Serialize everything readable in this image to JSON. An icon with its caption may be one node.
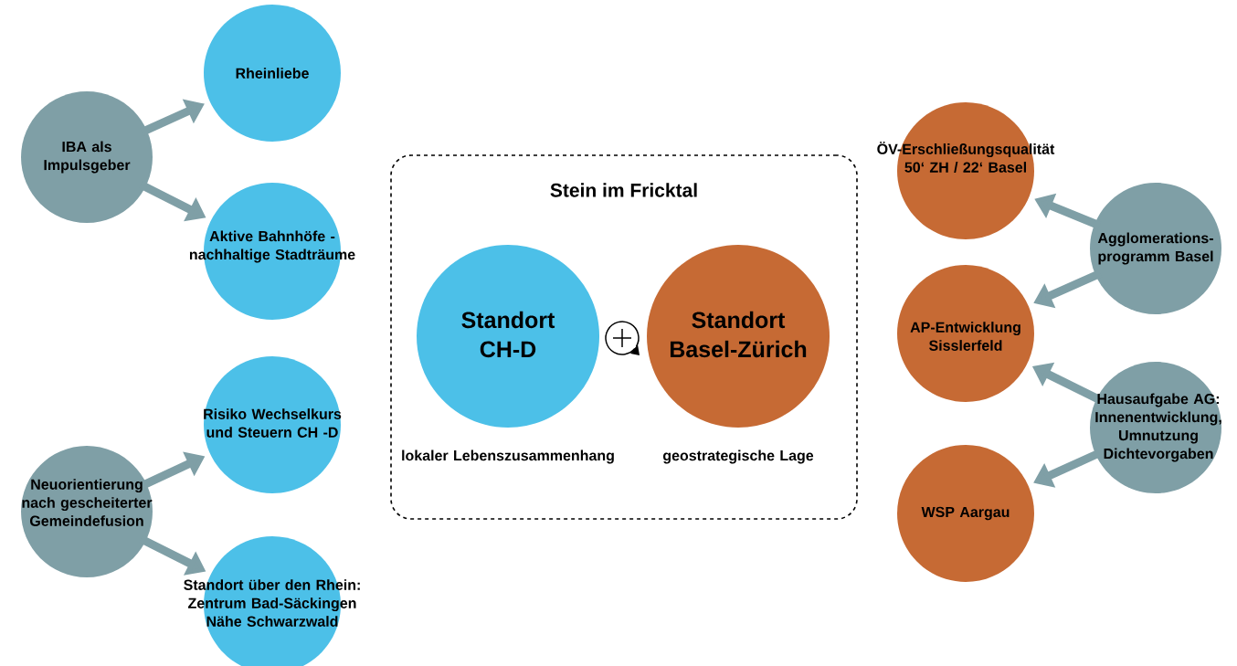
{
  "diagram": {
    "nodes": [
      {
        "text": [
          "Stein im Fricktal"
        ]
      },
      {
        "text": [
          "Standort CH-D"
        ],
        "in": 0,
        "beside": [
          "lokaler Lebenszusammenhang"
        ]
      },
      {
        "text": [
          "Standort Basel-Zürich"
        ],
        "in": 0,
        "beside": [
          "geostrategische Lage"
        ]
      },
      {
        "text": [
          "IBA als Impulsgeber"
        ]
      },
      {
        "text": [
          "Rheinliebe"
        ]
      },
      {
        "text": [
          "Aktive Bahnhöfe - nachhaltige Stadträume"
        ]
      },
      {
        "text": [
          "Neuorientierung nach gescheiterter Gemeindefusion"
        ]
      },
      {
        "text": [
          "Risiko Wechselkurs und Steuern CH -D"
        ]
      },
      {
        "text": [
          "Standort über den Rhein: Zentrum Bad-Säckingen Nähe Schwarzwald"
        ]
      },
      {
        "text": [
          "ÖV-Erschließungsqualität 50‘ ZH / 22‘ Basel"
        ]
      },
      {
        "text": [
          "Agglomerations- programm Basel"
        ]
      },
      {
        "text": [
          "AP-Entwicklung Sisslerfeld"
        ]
      },
      {
        "text": [
          "Hausaufgabe AG: Innenentwicklung, Umnutzung Dichtevorgaben"
        ]
      },
      {
        "text": [
          "WSP Aargau"
        ]
      }
    ],
    "edges": [
      {
        "from": 3,
        "to": 4,
        "arrow": "to"
      },
      {
        "from": 3,
        "to": 5,
        "arrow": "to"
      },
      {
        "from": 6,
        "to": 7,
        "arrow": "to"
      },
      {
        "from": 6,
        "to": 8,
        "arrow": "to"
      },
      {
        "from": 10,
        "to": 9,
        "arrow": "to"
      },
      {
        "from": 10,
        "to": 11,
        "arrow": "to"
      },
      {
        "from": 12,
        "to": 11,
        "arrow": "to"
      },
      {
        "from": 12,
        "to": 13,
        "arrow": "to"
      }
    ]
  }
}
